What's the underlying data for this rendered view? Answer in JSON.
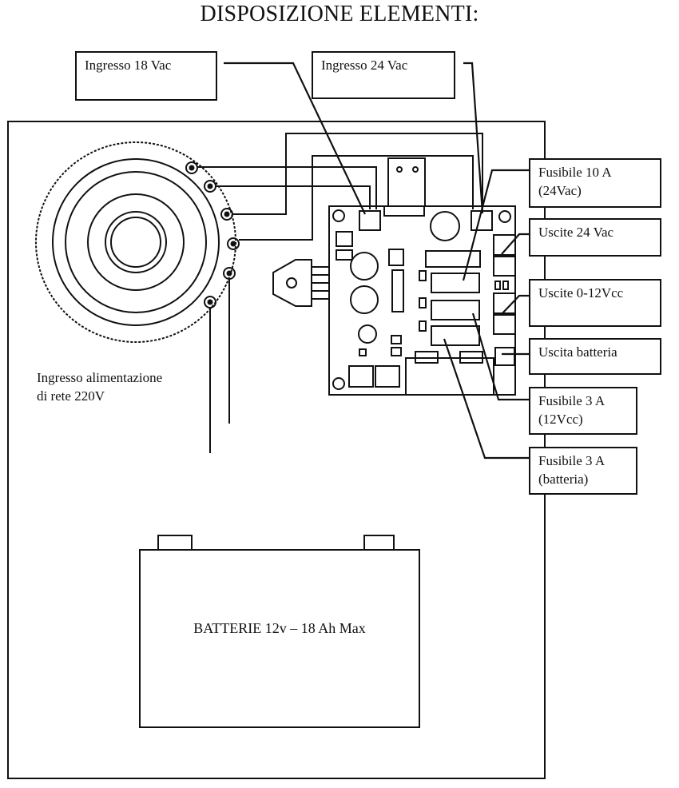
{
  "title": "DISPOSIZIONE ELEMENTI:",
  "labels": {
    "input_18": "Ingresso 18 Vac",
    "input_24": "Ingresso 24 Vac",
    "fuse_10": [
      "Fusibile 10 A",
      "(24Vac)"
    ],
    "out_24": "Uscite 24 Vac",
    "out_12": "Uscite 0-12Vcc",
    "out_batt": "Uscita batteria",
    "fuse_3_12": [
      "Fusibile 3 A",
      "(12Vcc)"
    ],
    "fuse_3_batt": [
      "Fusibile 3 A",
      "(batteria)"
    ],
    "mains": [
      "Ingresso alimentazione",
      "di rete 220V"
    ],
    "battery": "BATTERIE 12v – 18 Ah  Max"
  }
}
